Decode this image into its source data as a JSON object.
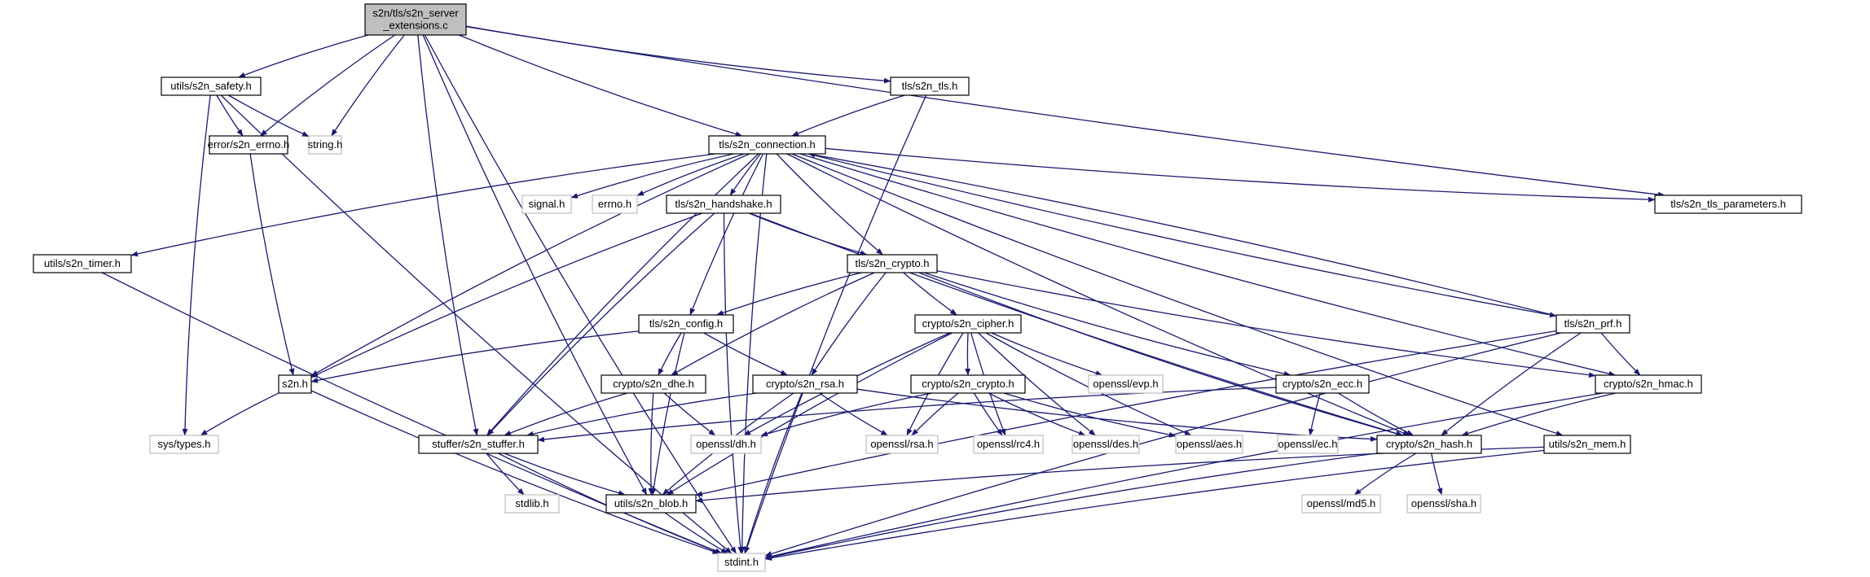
{
  "graph": {
    "colors": {
      "edge": "#191970",
      "doc_border": "#000000",
      "sys_border": "#bfbfbf",
      "root_fill": "#bfbfbf"
    },
    "nodes": [
      {
        "id": "root",
        "label": [
          "s2n/tls/s2n_server",
          "_extensions.c"
        ],
        "kind": "root"
      },
      {
        "id": "safety",
        "label": [
          "utils/s2n_safety.h"
        ],
        "kind": "doc"
      },
      {
        "id": "tls",
        "label": [
          "tls/s2n_tls.h"
        ],
        "kind": "doc"
      },
      {
        "id": "errno_h",
        "label": [
          "error/s2n_errno.h"
        ],
        "kind": "doc"
      },
      {
        "id": "string",
        "label": [
          "string.h"
        ],
        "kind": "sys"
      },
      {
        "id": "conn",
        "label": [
          "tls/s2n_connection.h"
        ],
        "kind": "doc"
      },
      {
        "id": "signal",
        "label": [
          "signal.h"
        ],
        "kind": "sys"
      },
      {
        "id": "errno",
        "label": [
          "errno.h"
        ],
        "kind": "sys"
      },
      {
        "id": "handshake",
        "label": [
          "tls/s2n_handshake.h"
        ],
        "kind": "doc"
      },
      {
        "id": "tlsparams",
        "label": [
          "tls/s2n_tls_parameters.h"
        ],
        "kind": "doc"
      },
      {
        "id": "timer",
        "label": [
          "utils/s2n_timer.h"
        ],
        "kind": "doc"
      },
      {
        "id": "tcrypto",
        "label": [
          "tls/s2n_crypto.h"
        ],
        "kind": "doc"
      },
      {
        "id": "config",
        "label": [
          "tls/s2n_config.h"
        ],
        "kind": "doc"
      },
      {
        "id": "cipher",
        "label": [
          "crypto/s2n_cipher.h"
        ],
        "kind": "doc"
      },
      {
        "id": "prf",
        "label": [
          "tls/s2n_prf.h"
        ],
        "kind": "doc"
      },
      {
        "id": "s2nh",
        "label": [
          "s2n.h"
        ],
        "kind": "doc"
      },
      {
        "id": "dhe",
        "label": [
          "crypto/s2n_dhe.h"
        ],
        "kind": "doc"
      },
      {
        "id": "rsa",
        "label": [
          "crypto/s2n_rsa.h"
        ],
        "kind": "doc"
      },
      {
        "id": "ccrypto",
        "label": [
          "crypto/s2n_crypto.h"
        ],
        "kind": "doc"
      },
      {
        "id": "evp",
        "label": [
          "openssl/evp.h"
        ],
        "kind": "sys"
      },
      {
        "id": "ecc",
        "label": [
          "crypto/s2n_ecc.h"
        ],
        "kind": "doc"
      },
      {
        "id": "hmac",
        "label": [
          "crypto/s2n_hmac.h"
        ],
        "kind": "doc"
      },
      {
        "id": "systypes",
        "label": [
          "sys/types.h"
        ],
        "kind": "sys"
      },
      {
        "id": "stuffer",
        "label": [
          "stuffer/s2n_stuffer.h"
        ],
        "kind": "doc"
      },
      {
        "id": "dh",
        "label": [
          "openssl/dh.h"
        ],
        "kind": "sys"
      },
      {
        "id": "orsa",
        "label": [
          "openssl/rsa.h"
        ],
        "kind": "sys"
      },
      {
        "id": "rc4",
        "label": [
          "openssl/rc4.h"
        ],
        "kind": "sys"
      },
      {
        "id": "des",
        "label": [
          "openssl/des.h"
        ],
        "kind": "sys"
      },
      {
        "id": "aes",
        "label": [
          "openssl/aes.h"
        ],
        "kind": "sys"
      },
      {
        "id": "oec",
        "label": [
          "openssl/ec.h"
        ],
        "kind": "sys"
      },
      {
        "id": "hash",
        "label": [
          "crypto/s2n_hash.h"
        ],
        "kind": "doc"
      },
      {
        "id": "mem",
        "label": [
          "utils/s2n_mem.h"
        ],
        "kind": "doc"
      },
      {
        "id": "stdlib",
        "label": [
          "stdlib.h"
        ],
        "kind": "sys"
      },
      {
        "id": "blob",
        "label": [
          "utils/s2n_blob.h"
        ],
        "kind": "doc"
      },
      {
        "id": "md5",
        "label": [
          "openssl/md5.h"
        ],
        "kind": "sys"
      },
      {
        "id": "sha",
        "label": [
          "openssl/sha.h"
        ],
        "kind": "sys"
      },
      {
        "id": "stdint",
        "label": [
          "stdint.h"
        ],
        "kind": "sys"
      }
    ],
    "edges": [
      [
        "root",
        "safety"
      ],
      [
        "root",
        "tls"
      ],
      [
        "root",
        "errno_h"
      ],
      [
        "root",
        "string"
      ],
      [
        "root",
        "conn"
      ],
      [
        "root",
        "tlsparams"
      ],
      [
        "root",
        "stuffer"
      ],
      [
        "root",
        "blob"
      ],
      [
        "root",
        "stdint"
      ],
      [
        "safety",
        "errno_h"
      ],
      [
        "safety",
        "string"
      ],
      [
        "safety",
        "systypes"
      ],
      [
        "safety",
        "stdint"
      ],
      [
        "errno_h",
        "s2nh"
      ],
      [
        "tls",
        "conn"
      ],
      [
        "tls",
        "stdint"
      ],
      [
        "conn",
        "signal"
      ],
      [
        "conn",
        "errno"
      ],
      [
        "conn",
        "handshake"
      ],
      [
        "conn",
        "tlsparams"
      ],
      [
        "conn",
        "timer"
      ],
      [
        "conn",
        "tcrypto"
      ],
      [
        "conn",
        "config"
      ],
      [
        "conn",
        "prf"
      ],
      [
        "conn",
        "s2nh"
      ],
      [
        "conn",
        "hmac"
      ],
      [
        "conn",
        "stuffer"
      ],
      [
        "conn",
        "hash"
      ],
      [
        "conn",
        "mem"
      ],
      [
        "conn",
        "stdint"
      ],
      [
        "handshake",
        "tcrypto"
      ],
      [
        "handshake",
        "s2nh"
      ],
      [
        "handshake",
        "stuffer"
      ],
      [
        "handshake",
        "hash"
      ],
      [
        "handshake",
        "stdint"
      ],
      [
        "timer",
        "stdint"
      ],
      [
        "tcrypto",
        "config"
      ],
      [
        "tcrypto",
        "cipher"
      ],
      [
        "tcrypto",
        "dhe"
      ],
      [
        "tcrypto",
        "rsa"
      ],
      [
        "tcrypto",
        "ecc"
      ],
      [
        "tcrypto",
        "hmac"
      ],
      [
        "tcrypto",
        "hash"
      ],
      [
        "config",
        "s2nh"
      ],
      [
        "config",
        "dhe"
      ],
      [
        "config",
        "rsa"
      ],
      [
        "config",
        "blob"
      ],
      [
        "cipher",
        "evp"
      ],
      [
        "cipher",
        "ccrypto"
      ],
      [
        "cipher",
        "dh"
      ],
      [
        "cipher",
        "orsa"
      ],
      [
        "cipher",
        "rc4"
      ],
      [
        "cipher",
        "des"
      ],
      [
        "cipher",
        "aes"
      ],
      [
        "cipher",
        "blob"
      ],
      [
        "prf",
        "conn"
      ],
      [
        "prf",
        "hmac"
      ],
      [
        "prf",
        "hash"
      ],
      [
        "prf",
        "blob"
      ],
      [
        "prf",
        "stdint"
      ],
      [
        "s2nh",
        "systypes"
      ],
      [
        "s2nh",
        "stdint"
      ],
      [
        "dhe",
        "stuffer"
      ],
      [
        "dhe",
        "dh"
      ],
      [
        "dhe",
        "blob"
      ],
      [
        "rsa",
        "stuffer"
      ],
      [
        "rsa",
        "orsa"
      ],
      [
        "rsa",
        "hash"
      ],
      [
        "rsa",
        "blob"
      ],
      [
        "rsa",
        "stdint"
      ],
      [
        "ccrypto",
        "dh"
      ],
      [
        "ccrypto",
        "orsa"
      ],
      [
        "ccrypto",
        "rc4"
      ],
      [
        "ccrypto",
        "des"
      ],
      [
        "ccrypto",
        "aes"
      ],
      [
        "ecc",
        "stuffer"
      ],
      [
        "ecc",
        "oec"
      ],
      [
        "ecc",
        "hash"
      ],
      [
        "hmac",
        "hash"
      ],
      [
        "hmac",
        "stdint"
      ],
      [
        "stuffer",
        "stdlib"
      ],
      [
        "stuffer",
        "blob"
      ],
      [
        "stuffer",
        "stdint"
      ],
      [
        "hash",
        "md5"
      ],
      [
        "hash",
        "sha"
      ],
      [
        "hash",
        "stdint"
      ],
      [
        "mem",
        "blob"
      ],
      [
        "mem",
        "stdint"
      ],
      [
        "blob",
        "stdint"
      ]
    ]
  }
}
